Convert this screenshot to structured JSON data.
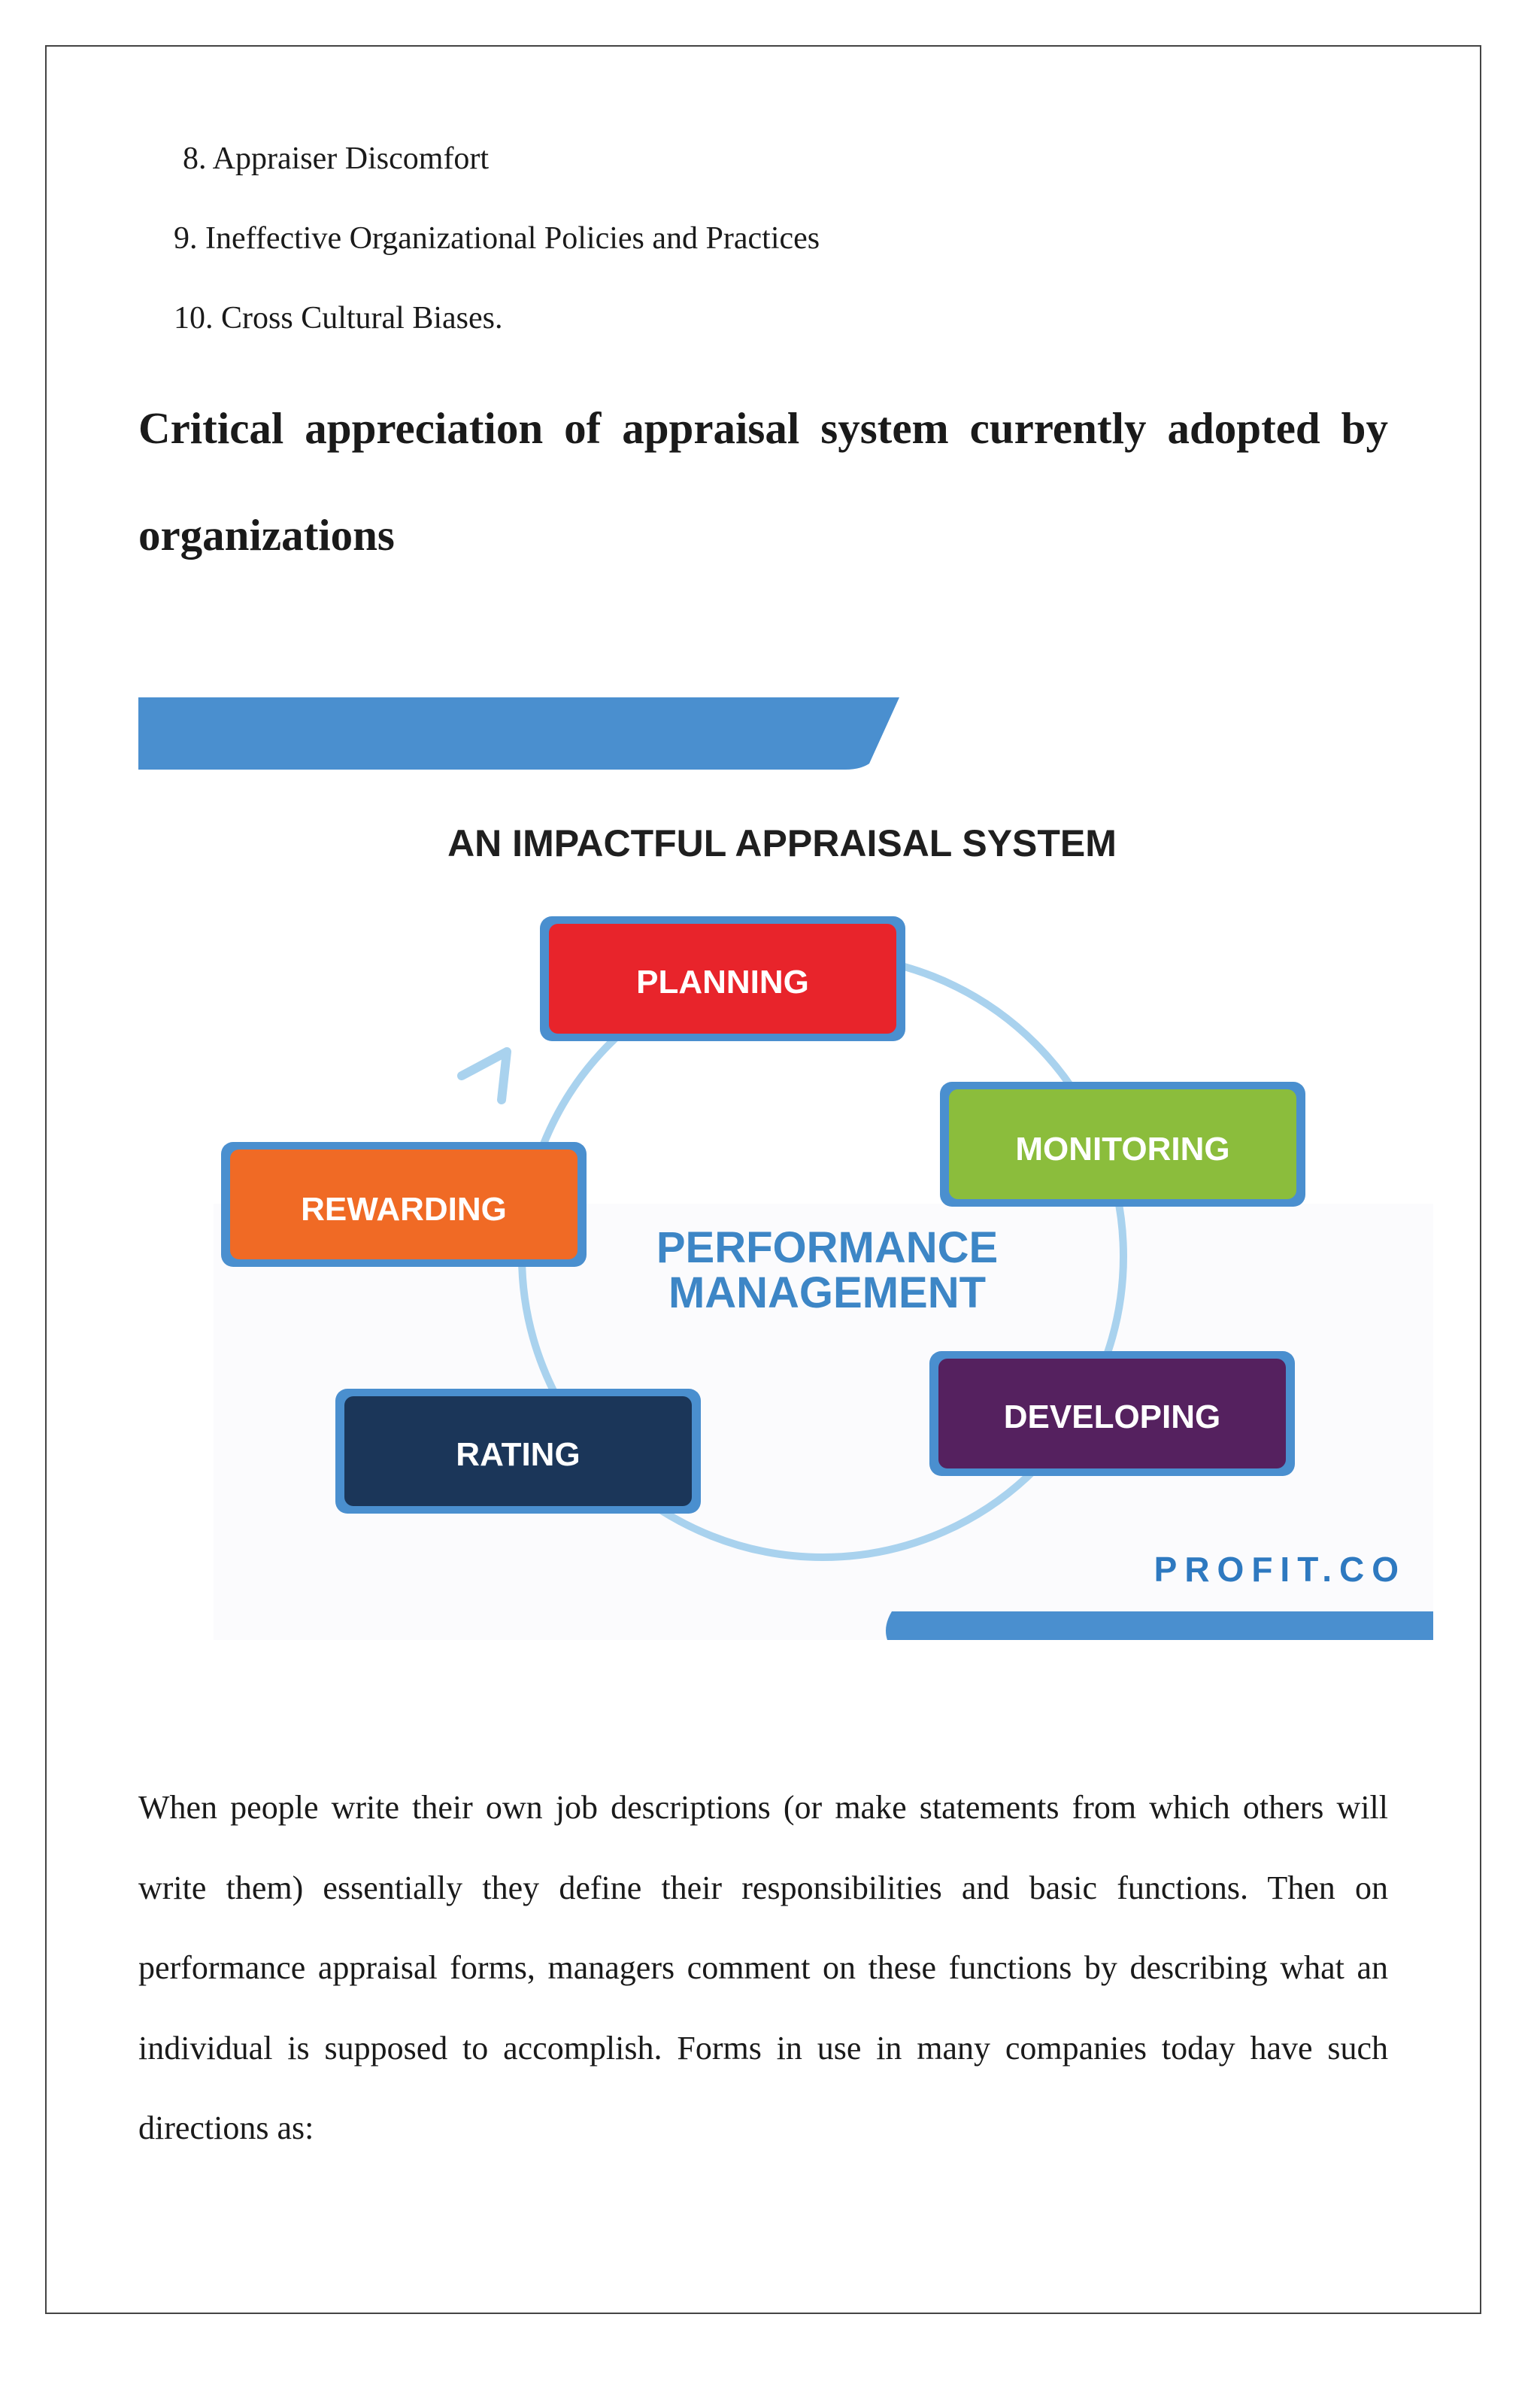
{
  "list": [
    {
      "text": "8. Appraiser Discomfort"
    },
    {
      "text": "9. Ineffective Organizational Policies and Practices"
    },
    {
      "text": "10. Cross Cultural Biases."
    }
  ],
  "heading": "Critical appreciation of appraisal system currently adopted by organizations",
  "figure": {
    "title": "AN IMPACTFUL APPRAISAL SYSTEM",
    "center_line1": "PERFORMANCE",
    "center_line2": "MANAGEMENT",
    "steps": [
      {
        "label": "PLANNING",
        "color": "#e8242b"
      },
      {
        "label": "MONITORING",
        "color": "#8bbd3c"
      },
      {
        "label": "DEVELOPING",
        "color": "#55215f"
      },
      {
        "label": "RATING",
        "color": "#1b3659"
      },
      {
        "label": "REWARDING",
        "color": "#f06a25"
      }
    ],
    "logo": "PROFIT.CO",
    "accent_color": "#4a8fcf",
    "cycle_color": "#a9d2ee",
    "center_text_color": "#3d86c6"
  },
  "paragraph": "When people write their own job descriptions (or make statements from which others will write them) essentially they define their responsibilities and basic functions. Then on performance appraisal forms, managers comment on these functions by describing what an individual is supposed to accomplish. Forms in use in many companies today have such directions as:"
}
